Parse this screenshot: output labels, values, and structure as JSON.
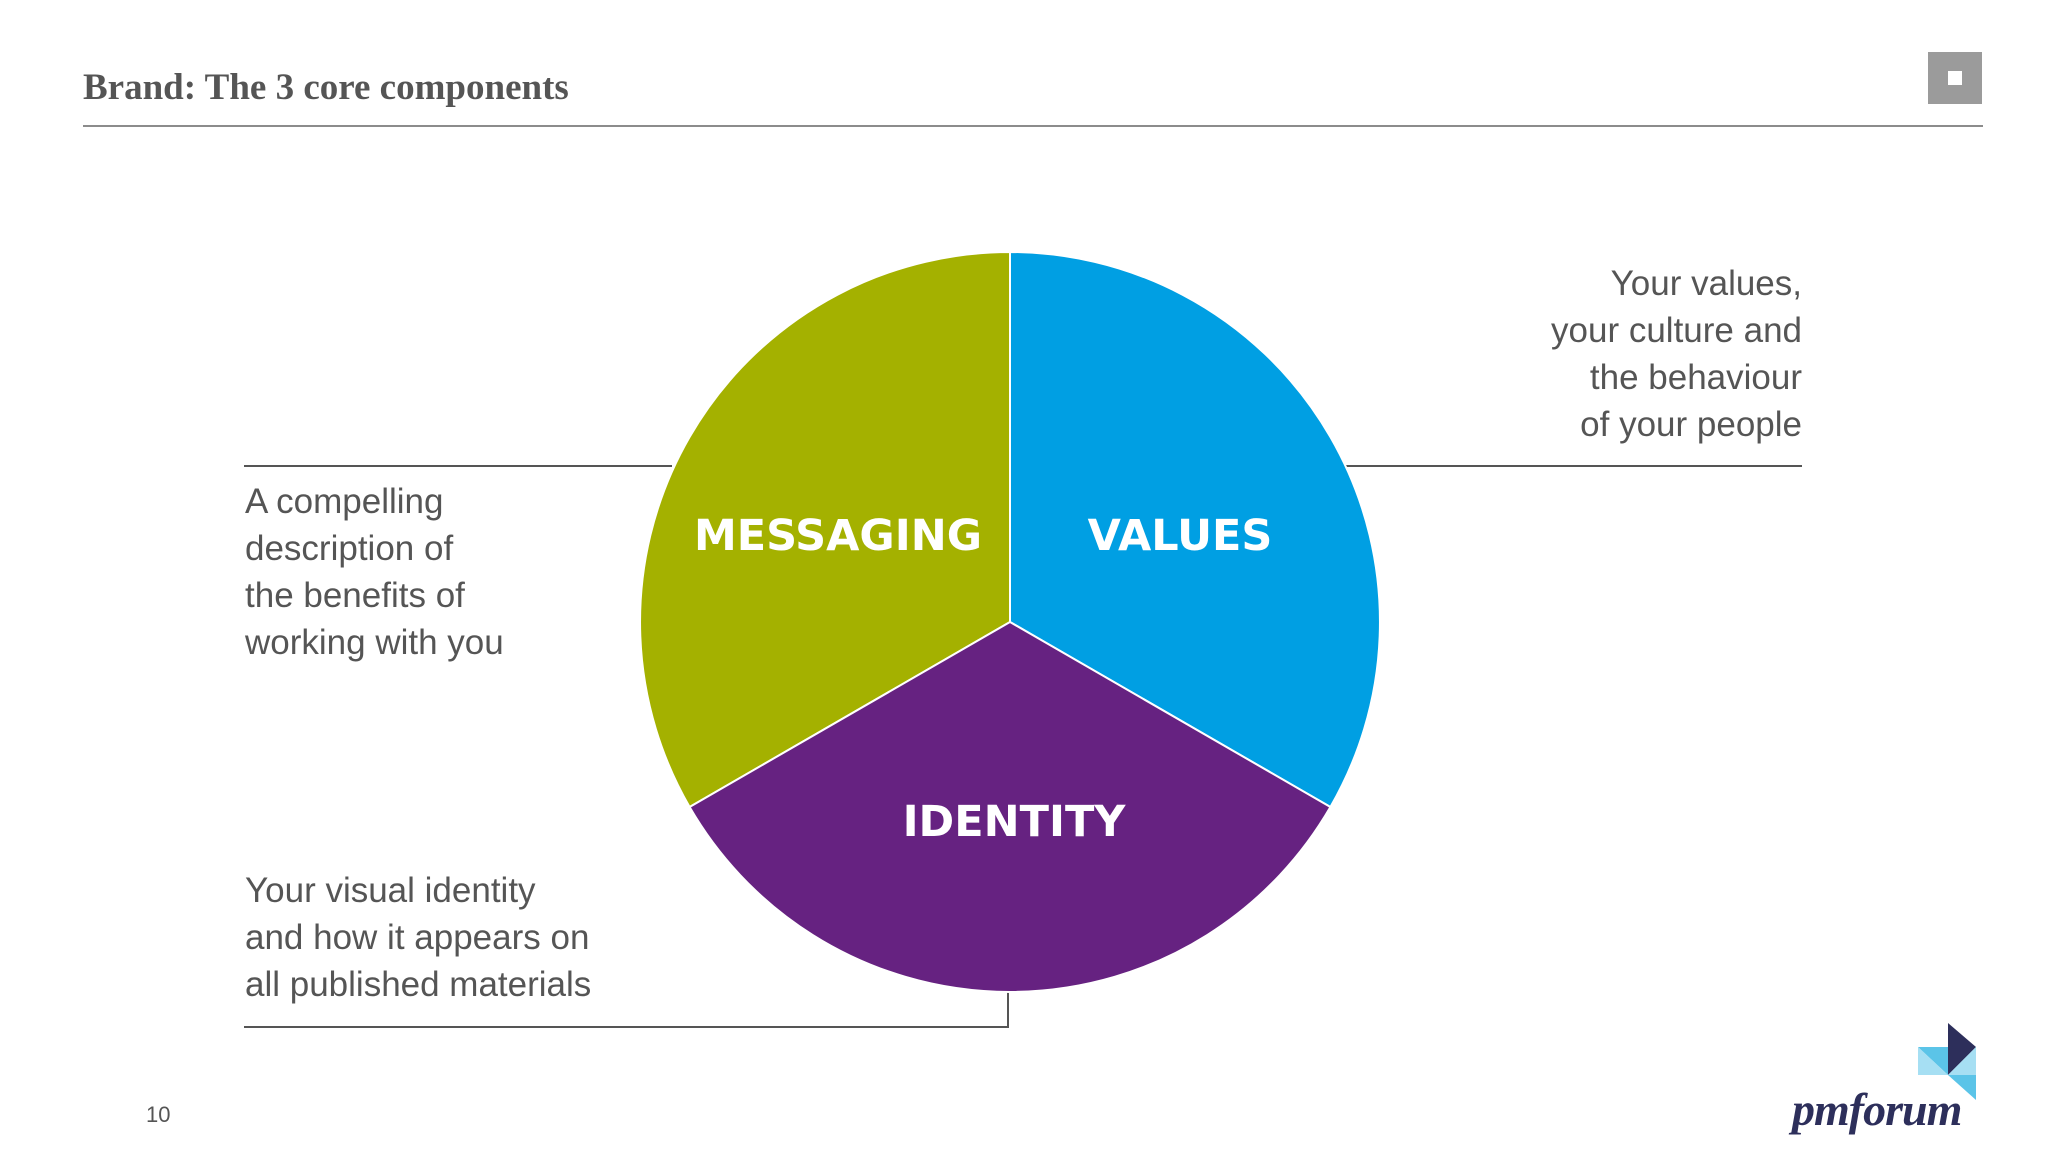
{
  "slide": {
    "title": "Brand: The 3 core components",
    "page_number": "10"
  },
  "diagram": {
    "segments": [
      {
        "label": "MESSAGING",
        "color": "#a4b100"
      },
      {
        "label": "VALUES",
        "color": "#009fe3"
      },
      {
        "label": "IDENTITY",
        "color": "#662281"
      }
    ],
    "descriptions": {
      "messaging": "A compelling\ndescription of\nthe benefits of\nworking with you",
      "values": "Your values,\nyour culture and\nthe behaviour\nof your people",
      "identity": "Your visual identity\nand how it appears on\nall published materials"
    }
  },
  "logo": {
    "text": "pmforum"
  },
  "colors": {
    "title": "#555555",
    "rule": "#8c8c8c",
    "text": "#555555",
    "logo_navy": "#2d2f5b",
    "logo_blue": "#5bc4e8"
  }
}
